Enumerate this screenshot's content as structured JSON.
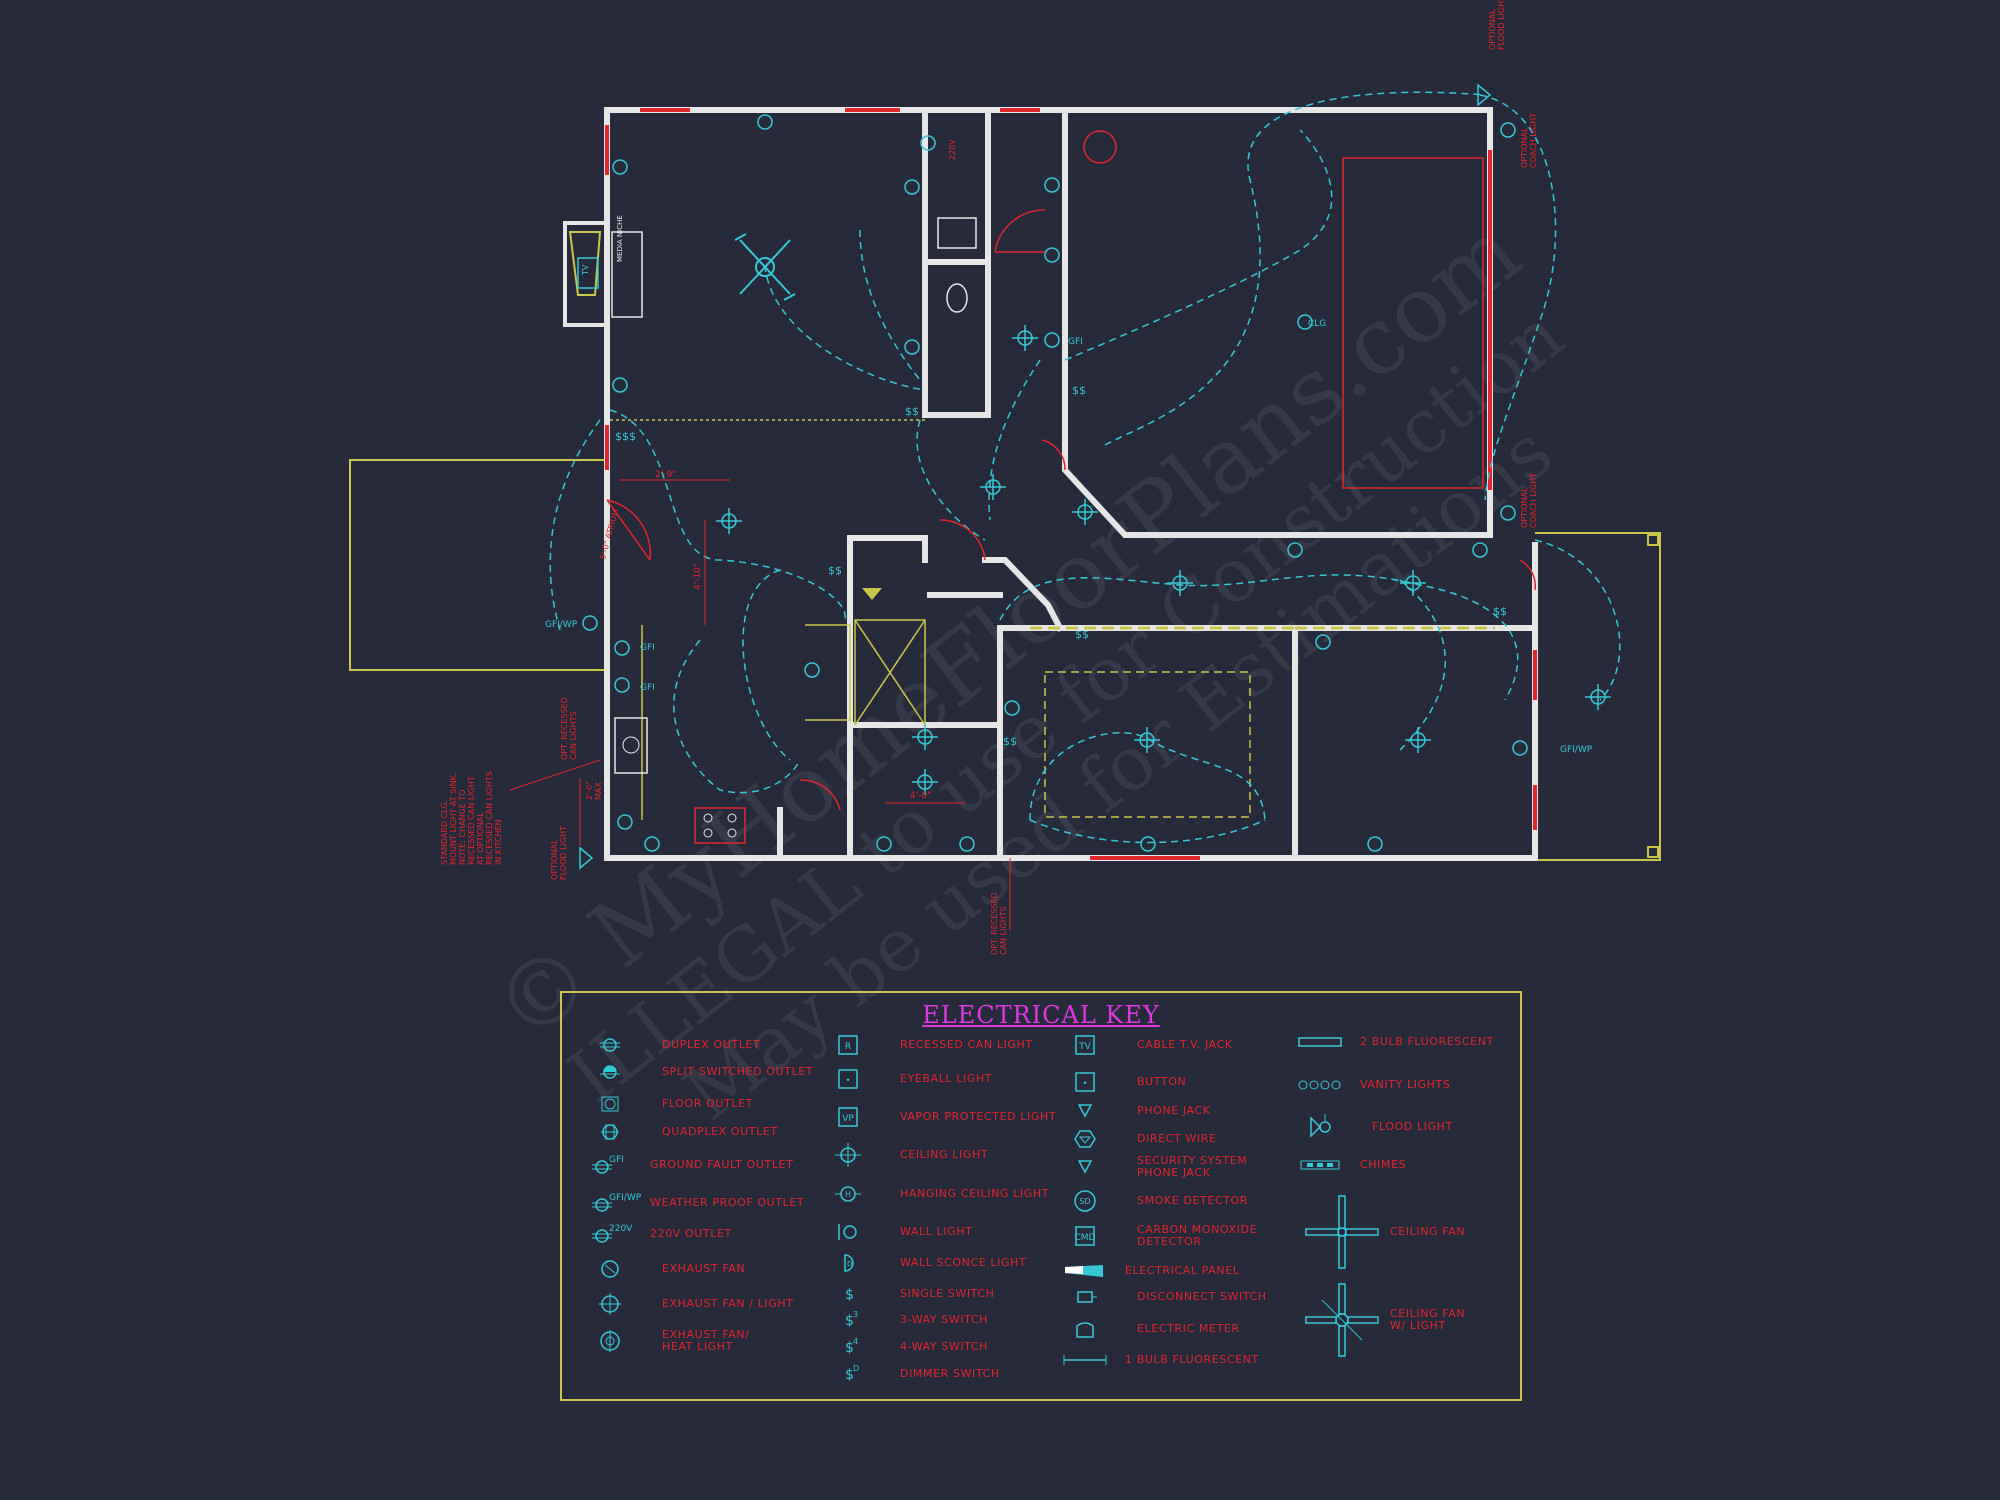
{
  "watermark": {
    "line1": "© MyHomeFloorPlans.com",
    "line2": "ILLEGAL to use for Construction",
    "line3": "May be used for Estimations"
  },
  "plan_labels": {
    "media_niche": "MEDIA\nNICHE",
    "tv": "TV",
    "clg": "CLG",
    "gfi": "GFI",
    "gfi_wp": "GFI/WP",
    "v220": "220V",
    "dim_2_9": "2'-9\"",
    "dim_4_10": "4'-10\"",
    "dim_2_0_max": "2'-0\"\nMAX",
    "dim_4_0": "4'-0\"",
    "optional_flood_light_top": "OPTIONAL\nFLOOD LIGHT",
    "optional_coach_light_top": "OPTIONAL\nCOACH LIGHT",
    "optional_coach_light_right": "OPTIONAL\nCOACH LIGHT",
    "optional_flood_light_left": "OPTIONAL\nFLOOD LIGHT",
    "opt_recessed_can_lights_left": "OPT. RECESSED\nCAN LIGHTS",
    "opt_recessed_can_lights_bottom": "OPT. RECESSED\nCAN LIGHTS",
    "standard_clg_note": "STANDARD CLG.\nMOUNT LIGHT AT SINK.\nNOTE: CHANGE TO\nRECESSED CAN LIGHT\nAT OPTIONAL\nRECESSED CAN LIGHTS\nIN KITCHEN",
    "atrium_dim": "5'-0\" ATRIUM"
  },
  "colors": {
    "background": "#272a3a",
    "wall": "#e6e6e6",
    "circuit": "#35c8d6",
    "annotation": "#e3252f",
    "outline": "#c9c64a",
    "title": "#e235e2"
  },
  "key": {
    "title": "ELECTRICAL  KEY",
    "items": [
      {
        "icon": "duplex-outlet-icon",
        "label": "DUPLEX OUTLET",
        "sym": "duplex"
      },
      {
        "icon": "split-switched-outlet-icon",
        "label": "SPLIT SWITCHED OUTLET",
        "sym": "split"
      },
      {
        "icon": "floor-outlet-icon",
        "label": "FLOOR OUTLET",
        "sym": "floor"
      },
      {
        "icon": "quadplex-outlet-icon",
        "label": "QUADPLEX OUTLET",
        "sym": "quad"
      },
      {
        "icon": "ground-fault-outlet-icon",
        "label": "GROUND FAULT OUTLET",
        "sym": "gfi",
        "tag": "GFI"
      },
      {
        "icon": "weather-proof-outlet-icon",
        "label": "WEATHER PROOF OUTLET",
        "sym": "gfi",
        "tag": "GFI/WP"
      },
      {
        "icon": "outlet-220v-icon",
        "label": "220V OUTLET",
        "sym": "gfi",
        "tag": "220V"
      },
      {
        "icon": "exhaust-fan-icon",
        "label": "EXHAUST FAN",
        "sym": "exfan"
      },
      {
        "icon": "exhaust-fan-light-icon",
        "label": "EXHAUST FAN / LIGHT",
        "sym": "exfanlight"
      },
      {
        "icon": "exhaust-fan-heat-light-icon",
        "label": "EXHAUST FAN/\nHEAT LIGHT",
        "sym": "exfanheat"
      },
      {
        "icon": "recessed-can-light-icon",
        "label": "RECESSED CAN LIGHT",
        "sym": "box",
        "tag": "R"
      },
      {
        "icon": "eyeball-light-icon",
        "label": "EYEBALL LIGHT",
        "sym": "box",
        "tag": "•"
      },
      {
        "icon": "vapor-protected-light-icon",
        "label": "VAPOR PROTECTED LIGHT",
        "sym": "box",
        "tag": "VP"
      },
      {
        "icon": "ceiling-light-icon",
        "label": "CEILING LIGHT",
        "sym": "clight"
      },
      {
        "icon": "hanging-ceiling-light-icon",
        "label": "HANGING CEILING LIGHT",
        "sym": "hlight",
        "tag": "H"
      },
      {
        "icon": "wall-light-icon",
        "label": "WALL LIGHT",
        "sym": "wlight"
      },
      {
        "icon": "wall-sconce-light-icon",
        "label": "WALL SCONCE LIGHT",
        "sym": "sconce",
        "tag": "D"
      },
      {
        "icon": "single-switch-icon",
        "label": "SINGLE SWITCH",
        "sym": "text",
        "tag": "$"
      },
      {
        "icon": "three-way-switch-icon",
        "label": "3-WAY SWITCH",
        "sym": "text",
        "tag": "$3"
      },
      {
        "icon": "four-way-switch-icon",
        "label": "4-WAY SWITCH",
        "sym": "text",
        "tag": "$4"
      },
      {
        "icon": "dimmer-switch-icon",
        "label": "DIMMER SWITCH",
        "sym": "text",
        "tag": "$D"
      },
      {
        "icon": "cable-tv-jack-icon",
        "label": "CABLE T.V. JACK",
        "sym": "box",
        "tag": "TV"
      },
      {
        "icon": "button-icon",
        "label": "BUTTON",
        "sym": "box",
        "tag": "•"
      },
      {
        "icon": "phone-jack-icon",
        "label": "PHONE JACK",
        "sym": "tri"
      },
      {
        "icon": "direct-wire-icon",
        "label": "DIRECT WIRE",
        "sym": "hex"
      },
      {
        "icon": "security-system-phone-jack-icon",
        "label": "SECURITY SYSTEM\nPHONE JACK",
        "sym": "tri"
      },
      {
        "icon": "smoke-detector-icon",
        "label": "SMOKE DETECTOR",
        "sym": "circ",
        "tag": "SD"
      },
      {
        "icon": "carbon-monoxide-detector-icon",
        "label": "CARBON MONOXIDE\nDETECTOR",
        "sym": "box",
        "tag": "CMD"
      },
      {
        "icon": "electrical-panel-icon",
        "label": "ELECTRICAL PANEL",
        "sym": "panel"
      },
      {
        "icon": "disconnect-switch-icon",
        "label": "DISCONNECT SWITCH",
        "sym": "disc"
      },
      {
        "icon": "electric-meter-icon",
        "label": "ELECTRIC METER",
        "sym": "meter"
      },
      {
        "icon": "one-bulb-fluorescent-icon",
        "label": "1 BULB FLUORESCENT",
        "sym": "fl1"
      },
      {
        "icon": "two-bulb-fluorescent-icon",
        "label": "2 BULB FLUORESCENT",
        "sym": "fl2"
      },
      {
        "icon": "vanity-lights-icon",
        "label": "VANITY LIGHTS",
        "sym": "vanity"
      },
      {
        "icon": "flood-light-icon",
        "label": "FLOOD LIGHT",
        "sym": "flood"
      },
      {
        "icon": "chimes-icon",
        "label": "CHIMES",
        "sym": "chimes"
      },
      {
        "icon": "ceiling-fan-icon",
        "label": "CEILING FAN",
        "sym": "fan"
      },
      {
        "icon": "ceiling-fan-w-light-icon",
        "label": "CEILING FAN\nW/ LIGHT",
        "sym": "fanlight"
      }
    ]
  }
}
